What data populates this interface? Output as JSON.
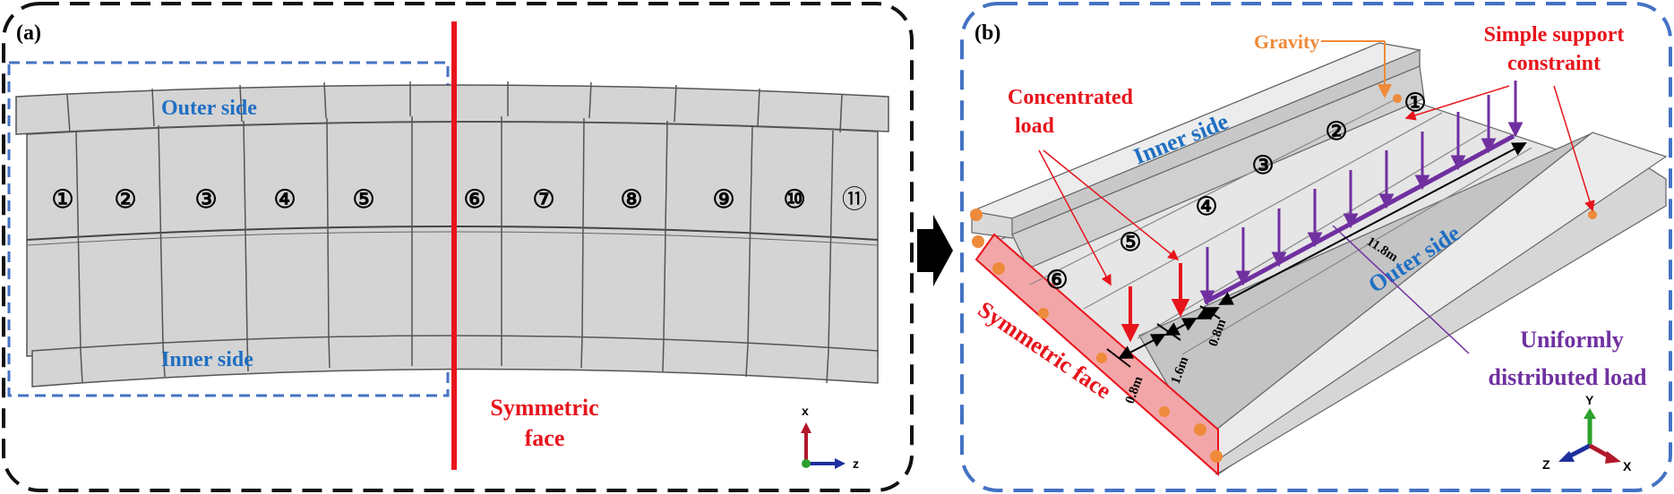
{
  "colors": {
    "panel_a_border": "#111111",
    "panel_b_border": "#4472c4",
    "symmetric_line": "#e8141c",
    "blue_text": "#1f6fc2",
    "red_text": "#e8141c",
    "purple": "#7030a0",
    "orange": "#ee8a3a",
    "segment_fill": "#d4d4d4",
    "segment_stroke": "#555555"
  },
  "panel_a": {
    "tag": "(a)",
    "outer_side": "Outer side",
    "inner_side": "Inner side",
    "symmetric_line1": "Symmetric",
    "symmetric_line2": "face",
    "segments": [
      "①",
      "②",
      "③",
      "④",
      "⑤",
      "⑥",
      "⑦",
      "⑧",
      "⑨",
      "⑩",
      "⑪"
    ],
    "axis_x": "x",
    "axis_z": "z"
  },
  "panel_b": {
    "tag": "(b)",
    "gravity": "Gravity",
    "simple_support_line1": "Simple support",
    "simple_support_line2": "constraint",
    "concentrated_line1": "Concentrated",
    "concentrated_line2": "load",
    "inner_side": "Inner side",
    "outer_side": "Outer side",
    "uniform_line1": "Uniformly",
    "uniform_line2": "distributed load",
    "symmetric_face": "Symmetric face",
    "segments": [
      "①",
      "②",
      "③",
      "④",
      "⑤",
      "⑥"
    ],
    "dim_long": "11.8m",
    "dim_a": "0.8m",
    "dim_b": "1.6m",
    "dim_c": "0.8m",
    "axis_y": "Y",
    "axis_z": "Z",
    "axis_x": "X"
  }
}
